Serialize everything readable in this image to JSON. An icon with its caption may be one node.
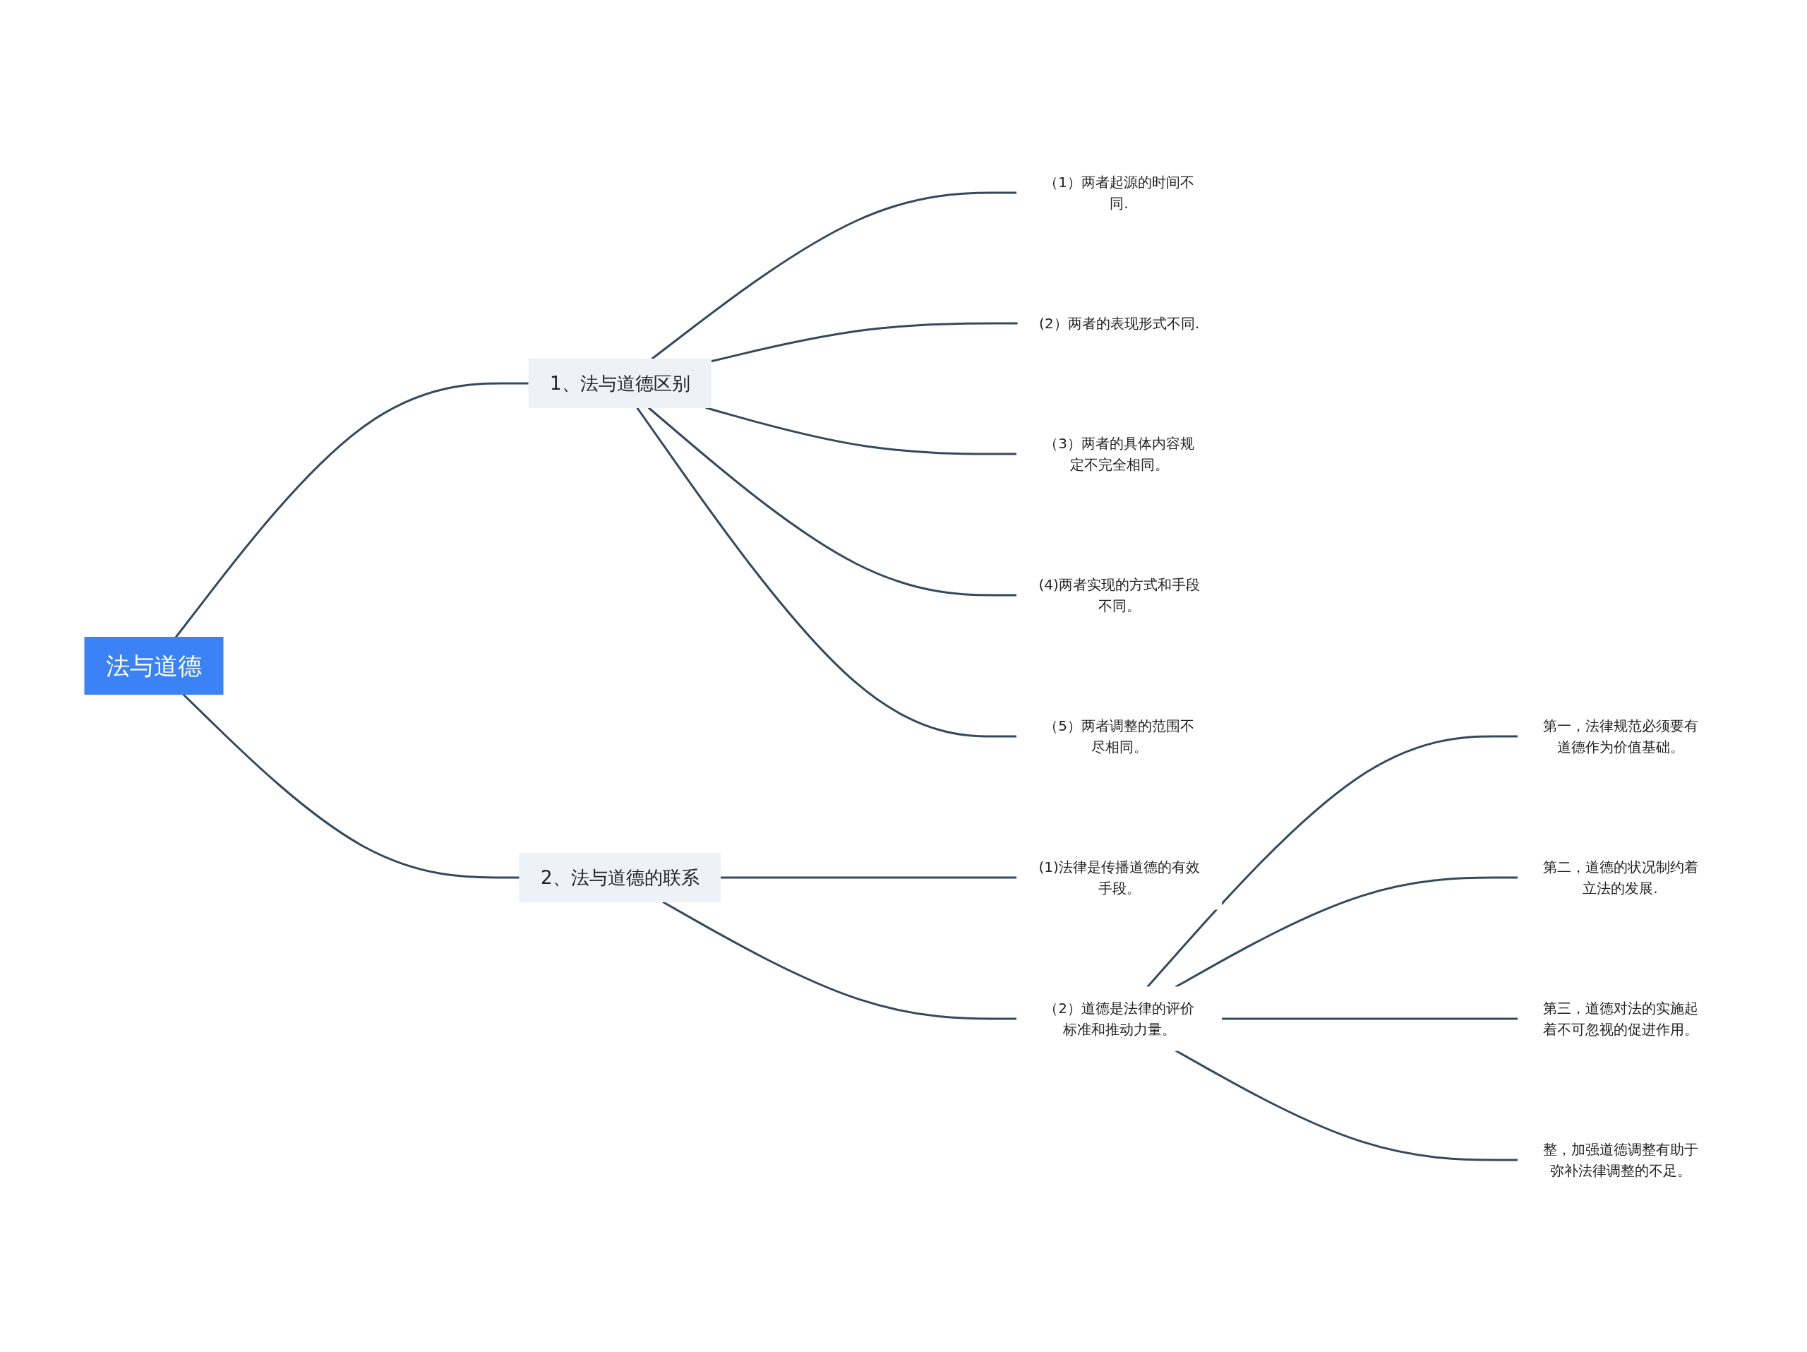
{
  "diagram": {
    "nodes": [
      {
        "text": [
          "法与道德"
        ]
      },
      {
        "text": [
          "1、法与道德区别"
        ]
      },
      {
        "text": [
          "（1）两者起源的时间不同."
        ]
      },
      {
        "text": [
          "(2）两者的表现形式不同."
        ]
      },
      {
        "text": [
          "（3）两者的具体内容规定不完全相同。"
        ]
      },
      {
        "text": [
          "(4)两者实现的方式和手段不同。"
        ]
      },
      {
        "text": [
          "（5）两者调整的范围不尽相同。"
        ]
      },
      {
        "text": [
          "2、法与道德的联系"
        ]
      },
      {
        "text": [
          "(1)法律是传播道德的有效手段。"
        ]
      },
      {
        "text": [
          "（2）道德是法律的评价标准和推动力量。"
        ]
      },
      {
        "text": [
          "第一，法律规范必须要有道德作为价值基础。"
        ]
      },
      {
        "text": [
          "第二，道德的状况制约着立法的发展."
        ]
      },
      {
        "text": [
          "第三，道德对法的实施起着不可忽视的促进作用。"
        ]
      },
      {
        "text": [
          "整，加强道德调整有助于弥补法律调整的不足。"
        ]
      }
    ],
    "edges": [
      {
        "from": 0,
        "to": 1,
        "arrow": "none"
      },
      {
        "from": 1,
        "to": 2,
        "arrow": "none"
      },
      {
        "from": 1,
        "to": 3,
        "arrow": "none"
      },
      {
        "from": 1,
        "to": 4,
        "arrow": "none"
      },
      {
        "from": 1,
        "to": 5,
        "arrow": "none"
      },
      {
        "from": 1,
        "to": 6,
        "arrow": "none"
      },
      {
        "from": 0,
        "to": 7,
        "arrow": "none"
      },
      {
        "from": 7,
        "to": 8,
        "arrow": "none"
      },
      {
        "from": 7,
        "to": 9,
        "arrow": "none"
      },
      {
        "from": 9,
        "to": 10,
        "arrow": "none"
      },
      {
        "from": 9,
        "to": 11,
        "arrow": "none"
      },
      {
        "from": 9,
        "to": 12,
        "arrow": "none"
      },
      {
        "from": 9,
        "to": 13,
        "arrow": "none"
      }
    ]
  }
}
